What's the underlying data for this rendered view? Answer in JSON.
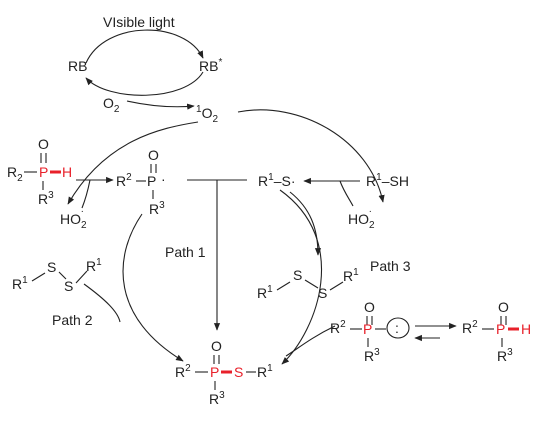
{
  "colors": {
    "ink": "#222222",
    "highlight": "#e8202a"
  },
  "light_label": "VIsible light",
  "photocatalyst": {
    "ground": "RB",
    "excited": "RB",
    "excited_mark": "*"
  },
  "oxygen": {
    "ground": "O",
    "ground_sub": "2",
    "singlet_sup": "1",
    "singlet": "O",
    "singlet_sub": "2"
  },
  "byproduct": {
    "label": "HO",
    "sub": "2",
    "dot": "·"
  },
  "atoms": {
    "R": "R",
    "P": "P",
    "H": "H",
    "S": "S",
    "O": "O"
  },
  "sub": {
    "one": "1",
    "two": "2",
    "three": "3"
  },
  "radical_dot": "·",
  "thiol_tail": "SH",
  "bond_dash": "–",
  "pathways": {
    "path1": "Path 1",
    "path2": "Path 2",
    "path3": "Path 3"
  },
  "lone_pair": ":"
}
